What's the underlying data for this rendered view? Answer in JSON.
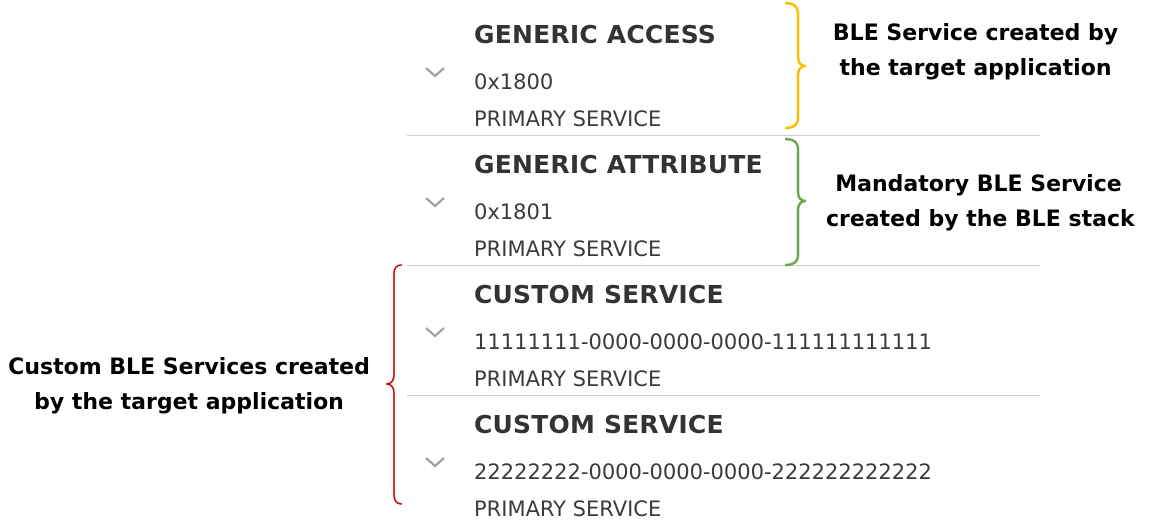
{
  "services": [
    {
      "name": "GENERIC ACCESS",
      "uuid": "0x1800",
      "type": "PRIMARY SERVICE",
      "expand_icon": "chevron-down-icon"
    },
    {
      "name": "GENERIC ATTRIBUTE",
      "uuid": "0x1801",
      "type": "PRIMARY SERVICE",
      "expand_icon": "chevron-down-icon"
    },
    {
      "name": "CUSTOM SERVICE",
      "uuid": "11111111-0000-0000-0000-111111111111",
      "type": "PRIMARY SERVICE",
      "expand_icon": "chevron-down-icon"
    },
    {
      "name": "CUSTOM SERVICE",
      "uuid": "22222222-0000-0000-0000-222222222222",
      "type": "PRIMARY SERVICE",
      "expand_icon": "chevron-down-icon"
    }
  ],
  "annotations": {
    "generic_access": {
      "line1": "BLE Service created by",
      "line2": "the target application",
      "color": "#f5c000"
    },
    "generic_attribute": {
      "line1": "Mandatory BLE Service",
      "line2": "created by the BLE stack",
      "color": "#6aa84f"
    },
    "custom": {
      "line1": "Custom BLE Services created",
      "line2": "by the target application",
      "color": "#cc0000"
    }
  },
  "colors": {
    "text_primary": "#333333",
    "chevron": "#9e9e9e",
    "divider": "#cfcfcf"
  }
}
